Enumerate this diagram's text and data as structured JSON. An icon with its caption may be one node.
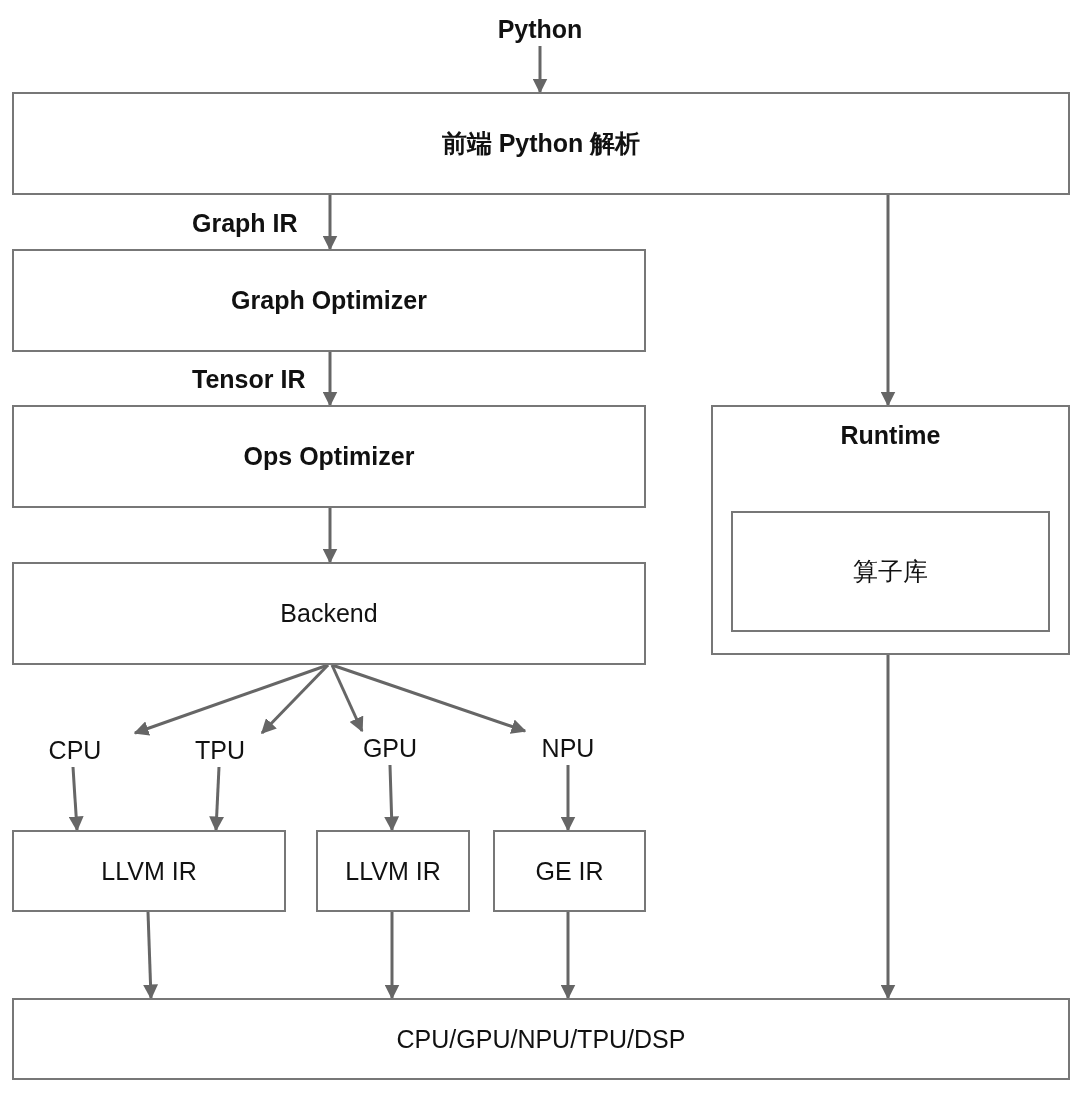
{
  "diagram": {
    "nodes": [
      {
        "text": [
          "Python"
        ]
      },
      {
        "text": [
          "前端 Python 解析"
        ]
      },
      {
        "text": [
          "Graph Optimizer"
        ]
      },
      {
        "text": [
          "Ops Optimizer"
        ]
      },
      {
        "text": [
          "Backend"
        ]
      },
      {
        "text": [
          "Runtime"
        ]
      },
      {
        "text": [
          "算子库"
        ],
        "in": 5
      },
      {
        "text": [
          "CPU"
        ]
      },
      {
        "text": [
          "TPU"
        ]
      },
      {
        "text": [
          "GPU"
        ]
      },
      {
        "text": [
          "NPU"
        ]
      },
      {
        "text": [
          "LLVM IR"
        ]
      },
      {
        "text": [
          "LLVM IR"
        ]
      },
      {
        "text": [
          "GE IR"
        ]
      },
      {
        "text": [
          "CPU/GPU/NPU/TPU/DSP"
        ]
      }
    ],
    "edges": [
      {
        "from": 0,
        "to": 1,
        "arrow": "to"
      },
      {
        "from": 1,
        "to": 2,
        "arrow": "to",
        "label": "Graph IR"
      },
      {
        "from": 2,
        "to": 3,
        "arrow": "to",
        "label": "Tensor IR"
      },
      {
        "from": 3,
        "to": 4,
        "arrow": "to"
      },
      {
        "from": 4,
        "to": 7,
        "arrow": "to"
      },
      {
        "from": 4,
        "to": 8,
        "arrow": "to"
      },
      {
        "from": 4,
        "to": 9,
        "arrow": "to"
      },
      {
        "from": 4,
        "to": 10,
        "arrow": "to"
      },
      {
        "from": 7,
        "to": 11,
        "arrow": "to"
      },
      {
        "from": 8,
        "to": 11,
        "arrow": "to"
      },
      {
        "from": 9,
        "to": 12,
        "arrow": "to"
      },
      {
        "from": 10,
        "to": 13,
        "arrow": "to"
      },
      {
        "from": 11,
        "to": 14,
        "arrow": "to"
      },
      {
        "from": 12,
        "to": 14,
        "arrow": "to"
      },
      {
        "from": 13,
        "to": 14,
        "arrow": "to"
      },
      {
        "from": 1,
        "to": 5,
        "arrow": "to"
      },
      {
        "from": 5,
        "to": 14,
        "arrow": "to"
      }
    ]
  }
}
